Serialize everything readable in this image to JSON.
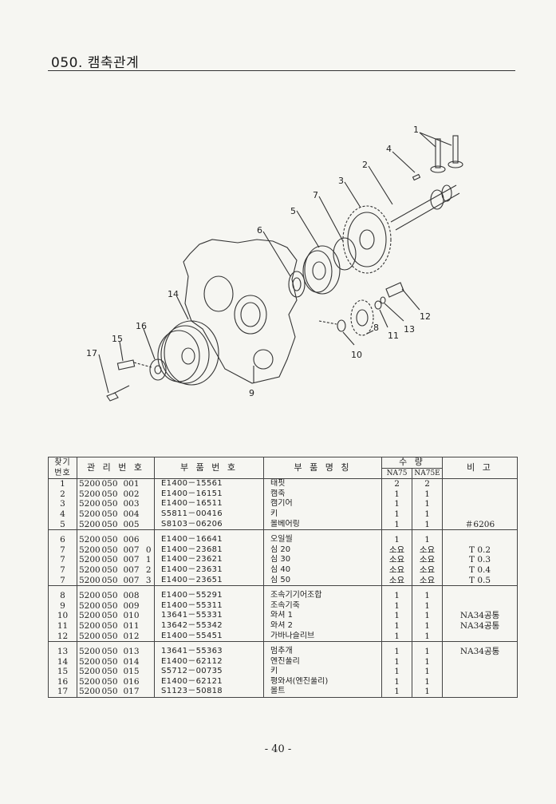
{
  "title": "050. 캠축관계",
  "diagram": {
    "callouts": [
      "1",
      "2",
      "3",
      "4",
      "5",
      "6",
      "7",
      "8",
      "9",
      "10",
      "11",
      "12",
      "13",
      "14",
      "15",
      "16",
      "17"
    ]
  },
  "table": {
    "headers": {
      "find_no": "찾기 번호",
      "mgmt_no": "관 리 번 호",
      "part_no": "부 품 번 호",
      "part_name": "부 품 명 칭",
      "qty": "수 량",
      "qty_na75": "NA75",
      "qty_na75e": "NA75E",
      "remarks": "비 고"
    },
    "rows": [
      {
        "no": "1",
        "a": "5200",
        "b": "050",
        "c": "001",
        "s": "",
        "pn": "E1400－15561",
        "name": "태핏",
        "q1": "2",
        "q2": "2",
        "rem": ""
      },
      {
        "no": "2",
        "a": "5200",
        "b": "050",
        "c": "002",
        "s": "",
        "pn": "E1400－16151",
        "name": "캠축",
        "q1": "1",
        "q2": "1",
        "rem": ""
      },
      {
        "no": "3",
        "a": "5200",
        "b": "050",
        "c": "003",
        "s": "",
        "pn": "E1400－16511",
        "name": "캠기어",
        "q1": "1",
        "q2": "1",
        "rem": ""
      },
      {
        "no": "4",
        "a": "5200",
        "b": "050",
        "c": "004",
        "s": "",
        "pn": "S5811－00416",
        "name": "키",
        "q1": "1",
        "q2": "1",
        "rem": ""
      },
      {
        "no": "5",
        "a": "5200",
        "b": "050",
        "c": "005",
        "s": "",
        "pn": "S8103－06206",
        "name": "볼베어링",
        "q1": "1",
        "q2": "1",
        "rem": "＃6206"
      },
      {
        "no": "6",
        "a": "5200",
        "b": "050",
        "c": "006",
        "s": "",
        "pn": "E1400－16641",
        "name": "오일씰",
        "q1": "1",
        "q2": "1",
        "rem": ""
      },
      {
        "no": "7",
        "a": "5200",
        "b": "050",
        "c": "007",
        "s": "0",
        "pn": "E1400－23681",
        "name": "심 20",
        "q1": "소요",
        "q2": "소요",
        "rem": "T 0.2"
      },
      {
        "no": "7",
        "a": "5200",
        "b": "050",
        "c": "007",
        "s": "1",
        "pn": "E1400－23621",
        "name": "심 30",
        "q1": "소요",
        "q2": "소요",
        "rem": "T 0.3"
      },
      {
        "no": "7",
        "a": "5200",
        "b": "050",
        "c": "007",
        "s": "2",
        "pn": "E1400－23631",
        "name": "심 40",
        "q1": "소요",
        "q2": "소요",
        "rem": "T 0.4"
      },
      {
        "no": "7",
        "a": "5200",
        "b": "050",
        "c": "007",
        "s": "3",
        "pn": "E1400－23651",
        "name": "심 50",
        "q1": "소요",
        "q2": "소요",
        "rem": "T 0.5"
      },
      {
        "no": "8",
        "a": "5200",
        "b": "050",
        "c": "008",
        "s": "",
        "pn": "E1400－55291",
        "name": "조속기기어조합",
        "q1": "1",
        "q2": "1",
        "rem": ""
      },
      {
        "no": "9",
        "a": "5200",
        "b": "050",
        "c": "009",
        "s": "",
        "pn": "E1400－55311",
        "name": "조속기축",
        "q1": "1",
        "q2": "1",
        "rem": ""
      },
      {
        "no": "10",
        "a": "5200",
        "b": "050",
        "c": "010",
        "s": "",
        "pn": "13641－55331",
        "name": "와셔 1",
        "q1": "1",
        "q2": "1",
        "rem": "NA34공통"
      },
      {
        "no": "11",
        "a": "5200",
        "b": "050",
        "c": "011",
        "s": "",
        "pn": "13642－55342",
        "name": "와셔 2",
        "q1": "1",
        "q2": "1",
        "rem": "NA34공통"
      },
      {
        "no": "12",
        "a": "5200",
        "b": "050",
        "c": "012",
        "s": "",
        "pn": "E1400－55451",
        "name": "가바나슬리브",
        "q1": "1",
        "q2": "1",
        "rem": ""
      },
      {
        "no": "13",
        "a": "5200",
        "b": "050",
        "c": "013",
        "s": "",
        "pn": "13641－55363",
        "name": "멈추개",
        "q1": "1",
        "q2": "1",
        "rem": "NA34공통"
      },
      {
        "no": "14",
        "a": "5200",
        "b": "050",
        "c": "014",
        "s": "",
        "pn": "E1400－62112",
        "name": "엔진풀리",
        "q1": "1",
        "q2": "1",
        "rem": ""
      },
      {
        "no": "15",
        "a": "5200",
        "b": "050",
        "c": "015",
        "s": "",
        "pn": "S5712－00735",
        "name": "키",
        "q1": "1",
        "q2": "1",
        "rem": ""
      },
      {
        "no": "16",
        "a": "5200",
        "b": "050",
        "c": "016",
        "s": "",
        "pn": "E1400－62121",
        "name": "평와셔(엔진풀리)",
        "q1": "1",
        "q2": "1",
        "rem": ""
      },
      {
        "no": "17",
        "a": "5200",
        "b": "050",
        "c": "017",
        "s": "",
        "pn": "S1123－50818",
        "name": "볼트",
        "q1": "1",
        "q2": "1",
        "rem": ""
      }
    ]
  },
  "page_number": "- 40 -"
}
